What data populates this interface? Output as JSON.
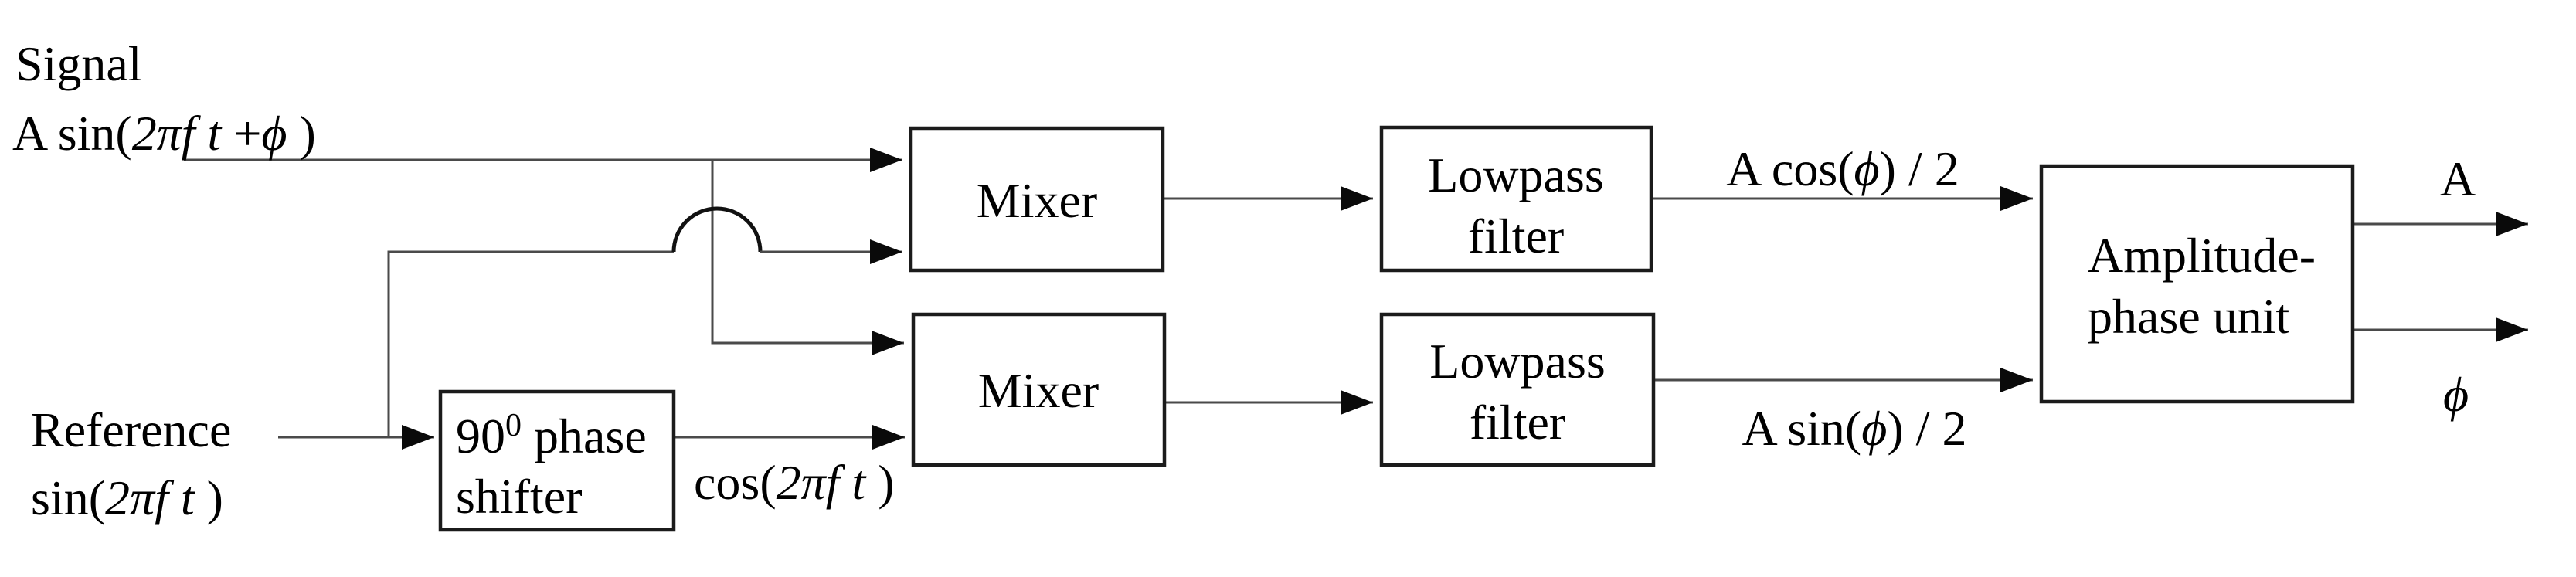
{
  "diagram": {
    "kind": "lock-in amplifier / quadrature detection block diagram",
    "colors": {
      "background": "#ffffff",
      "wire": "#4a4a4a",
      "box_border": "#1b1b1b",
      "text": "#000000",
      "arrowhead": "#0a0a0a"
    },
    "inputs": {
      "signal": {
        "title": "Signal",
        "formula_parts": [
          {
            "t": "A sin("
          },
          {
            "t": "2πf t"
          },
          {
            "t": " +"
          },
          {
            "t": "ϕ"
          },
          {
            "t": " )"
          }
        ]
      },
      "reference": {
        "title": "Reference",
        "formula_parts": [
          {
            "t": "sin("
          },
          {
            "t": "2πf t"
          },
          {
            "t": " )"
          }
        ]
      }
    },
    "blocks": {
      "phase_shifter": {
        "line1_num": "90",
        "line1_sup": "0",
        "line1_rest": " phase",
        "line2": "shifter"
      },
      "mixer_top": {
        "label": "Mixer"
      },
      "mixer_bottom": {
        "label": "Mixer"
      },
      "lowpass_top": {
        "line1": "Lowpass",
        "line2": "filter"
      },
      "lowpass_bottom": {
        "line1": "Lowpass",
        "line2": "filter"
      },
      "amplitude_phase_unit": {
        "line1": "Amplitude-",
        "line2": "phase unit"
      }
    },
    "wire_labels": {
      "cos_reference_parts": [
        {
          "t": "cos("
        },
        {
          "t": "2πf t"
        },
        {
          "t": " )"
        }
      ],
      "inphase_out_parts": [
        {
          "t": "A cos("
        },
        {
          "t": "ϕ"
        },
        {
          "t": ") / 2"
        }
      ],
      "quadrature_out_parts": [
        {
          "t": "A sin("
        },
        {
          "t": "ϕ"
        },
        {
          "t": ") / 2"
        }
      ],
      "output_amplitude": "A",
      "output_phase": "ϕ"
    }
  }
}
